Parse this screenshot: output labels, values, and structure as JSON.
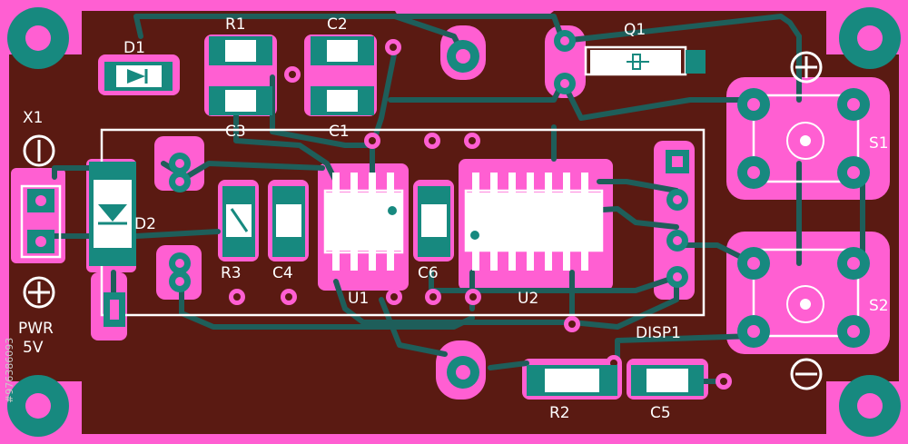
{
  "colors": {
    "board": "#5a1a12",
    "copper": "#ff5fd2",
    "trace": "#1e5e5a",
    "pad": "#17897f",
    "silkscreen": "#ffffff"
  },
  "labels": {
    "d1": "D1",
    "r1": "R1",
    "c2": "C2",
    "q1": "Q1",
    "c3": "C3",
    "c1": "C1",
    "x1": "X1",
    "d2": "D2",
    "r3": "R3",
    "c4": "C4",
    "c6": "C6",
    "u1": "U1",
    "u2": "U2",
    "s1": "S1",
    "s2": "S2",
    "disp1": "DISP1",
    "r2": "R2",
    "c5": "C5",
    "pwr": "PWR",
    "volt": "5V"
  },
  "symbols": {
    "plus": "⊕",
    "minus": "⊖"
  },
  "watermark": {
    "id": "#976386093"
  }
}
